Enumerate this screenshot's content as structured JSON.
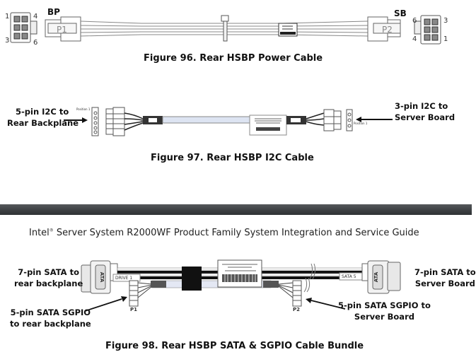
{
  "document": {
    "running_header": {
      "brand": "Intel",
      "trademark": "®",
      "title": "Server System R2000WF Product Family System Integration and Service Guide"
    }
  },
  "figures": [
    {
      "id": "figure-96",
      "caption": "Figure 96. Rear HSBP Power Cable",
      "connectors": {
        "left_label": "BP",
        "left_plug": "P1",
        "right_label": "SB",
        "right_plug": "P2"
      },
      "pin_numbers": {
        "left": [
          "1",
          "4",
          "3",
          "6"
        ],
        "right": [
          "6",
          "3",
          "4",
          "1"
        ]
      }
    },
    {
      "id": "figure-97",
      "caption": "Figure 97. Rear HSBP I2C Cable",
      "callouts": {
        "left": [
          "5-pin I2C to",
          "Rear Backplane"
        ],
        "right": [
          "3-pin I2C to",
          "Server Board"
        ]
      },
      "position_labels": [
        "Position 1",
        "Position 1"
      ]
    },
    {
      "id": "figure-98",
      "caption": "Figure 98. Rear HSBP SATA & SGPIO Cable Bundle",
      "callouts": {
        "top_left": [
          "7-pin SATA to",
          "rear backplane"
        ],
        "bottom_left": [
          "5-pin SATA SGPIO",
          "to rear backplane"
        ],
        "top_right": [
          "7-pin SATA to",
          "Server Board"
        ],
        "bottom_right": [
          "5-pin SATA SGPIO to",
          "Server Board"
        ]
      },
      "cable_tags": {
        "left": "DRIVE 1",
        "right": "SATA 5",
        "left_header": "P1",
        "right_header": "P2",
        "connector_marking": "ATA"
      }
    }
  ]
}
